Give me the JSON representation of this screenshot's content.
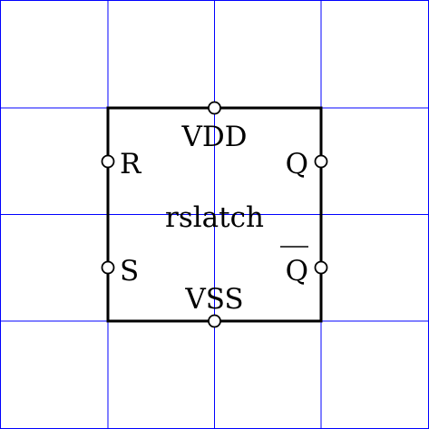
{
  "symbol": {
    "name": "rslatch",
    "pins": {
      "vdd": "VDD",
      "vss": "VSS",
      "r": "R",
      "s": "S",
      "q": "Q",
      "qbar": "Q"
    }
  },
  "colors": {
    "grid": "#0000ff",
    "outline": "#000000",
    "pin_fill": "#ffffff"
  }
}
